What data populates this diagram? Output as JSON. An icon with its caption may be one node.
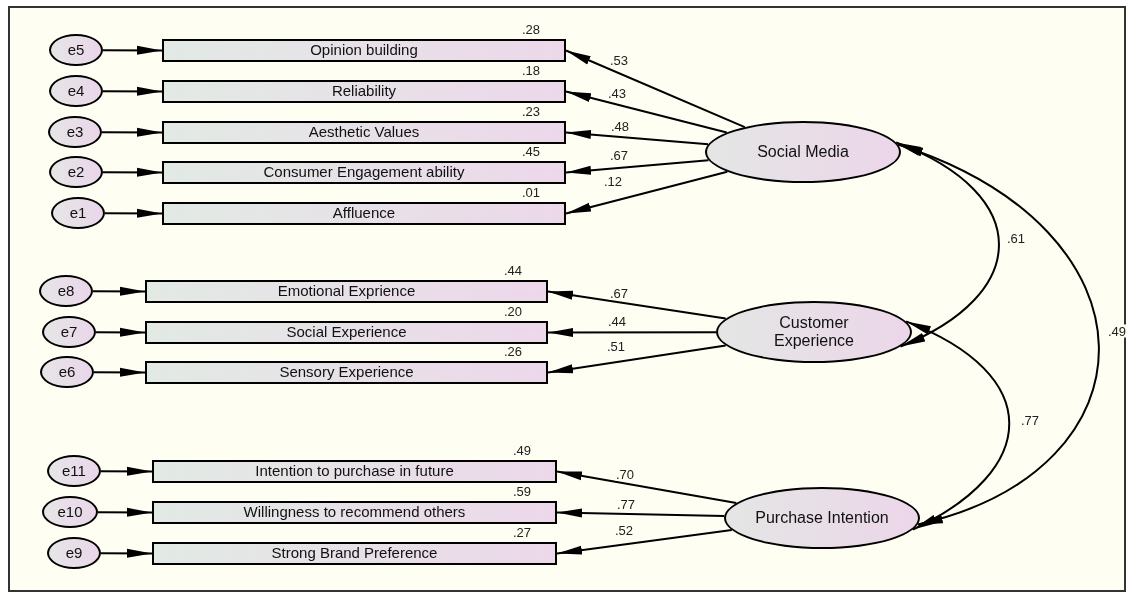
{
  "diagram": {
    "nodes": [
      {
        "text": [
          "e5"
        ]
      },
      {
        "text": [
          "Opinion building"
        ],
        "beside": [
          ".28"
        ]
      },
      {
        "text": [
          "e4"
        ]
      },
      {
        "text": [
          "Reliability"
        ],
        "beside": [
          ".18"
        ]
      },
      {
        "text": [
          "e3"
        ]
      },
      {
        "text": [
          "Aesthetic Values"
        ],
        "beside": [
          ".23"
        ]
      },
      {
        "text": [
          "e2"
        ]
      },
      {
        "text": [
          "Consumer Engagement ability"
        ],
        "beside": [
          ".45"
        ]
      },
      {
        "text": [
          "e1"
        ]
      },
      {
        "text": [
          "Affluence"
        ],
        "beside": [
          ".01"
        ]
      },
      {
        "text": [
          "Social Media"
        ]
      },
      {
        "text": [
          "e8"
        ]
      },
      {
        "text": [
          "Emotional Exprience"
        ],
        "beside": [
          ".44"
        ]
      },
      {
        "text": [
          "e7"
        ]
      },
      {
        "text": [
          "Social Experience"
        ],
        "beside": [
          ".20"
        ]
      },
      {
        "text": [
          "e6"
        ]
      },
      {
        "text": [
          "Sensory Experience"
        ],
        "beside": [
          ".26"
        ]
      },
      {
        "text": [
          "Customer Experience"
        ]
      },
      {
        "text": [
          "e11"
        ]
      },
      {
        "text": [
          "Intention to purchase in future"
        ],
        "beside": [
          ".49"
        ]
      },
      {
        "text": [
          "e10"
        ]
      },
      {
        "text": [
          "Willingness to recommend others"
        ],
        "beside": [
          ".59"
        ]
      },
      {
        "text": [
          "e9"
        ]
      },
      {
        "text": [
          "Strong Brand Preference"
        ],
        "beside": [
          ".27"
        ]
      },
      {
        "text": [
          "Purchase Intention"
        ]
      }
    ],
    "edges": [
      {
        "from": 0,
        "to": 1,
        "arrow": "to"
      },
      {
        "from": 2,
        "to": 3,
        "arrow": "to"
      },
      {
        "from": 4,
        "to": 5,
        "arrow": "to"
      },
      {
        "from": 6,
        "to": 7,
        "arrow": "to"
      },
      {
        "from": 8,
        "to": 9,
        "arrow": "to"
      },
      {
        "from": 10,
        "to": 1,
        "arrow": "to",
        "label": ".53"
      },
      {
        "from": 10,
        "to": 3,
        "arrow": "to",
        "label": ".43"
      },
      {
        "from": 10,
        "to": 5,
        "arrow": "to",
        "label": ".48"
      },
      {
        "from": 10,
        "to": 7,
        "arrow": "to",
        "label": ".67"
      },
      {
        "from": 10,
        "to": 9,
        "arrow": "to",
        "label": ".12"
      },
      {
        "from": 11,
        "to": 12,
        "arrow": "to"
      },
      {
        "from": 13,
        "to": 14,
        "arrow": "to"
      },
      {
        "from": 15,
        "to": 16,
        "arrow": "to"
      },
      {
        "from": 17,
        "to": 12,
        "arrow": "to",
        "label": ".67"
      },
      {
        "from": 17,
        "to": 14,
        "arrow": "to",
        "label": ".44"
      },
      {
        "from": 17,
        "to": 16,
        "arrow": "to",
        "label": ".51"
      },
      {
        "from": 18,
        "to": 19,
        "arrow": "to"
      },
      {
        "from": 20,
        "to": 21,
        "arrow": "to"
      },
      {
        "from": 22,
        "to": 23,
        "arrow": "to"
      },
      {
        "from": 24,
        "to": 19,
        "arrow": "to",
        "label": ".70"
      },
      {
        "from": 24,
        "to": 21,
        "arrow": "to",
        "label": ".77"
      },
      {
        "from": 24,
        "to": 23,
        "arrow": "to",
        "label": ".52"
      },
      {
        "from": 10,
        "to": 17,
        "arrow": "both",
        "label": ".61"
      },
      {
        "from": 17,
        "to": 24,
        "arrow": "both",
        "label": ".77"
      },
      {
        "from": 10,
        "to": 24,
        "arrow": "both",
        "label": ".49"
      }
    ]
  }
}
